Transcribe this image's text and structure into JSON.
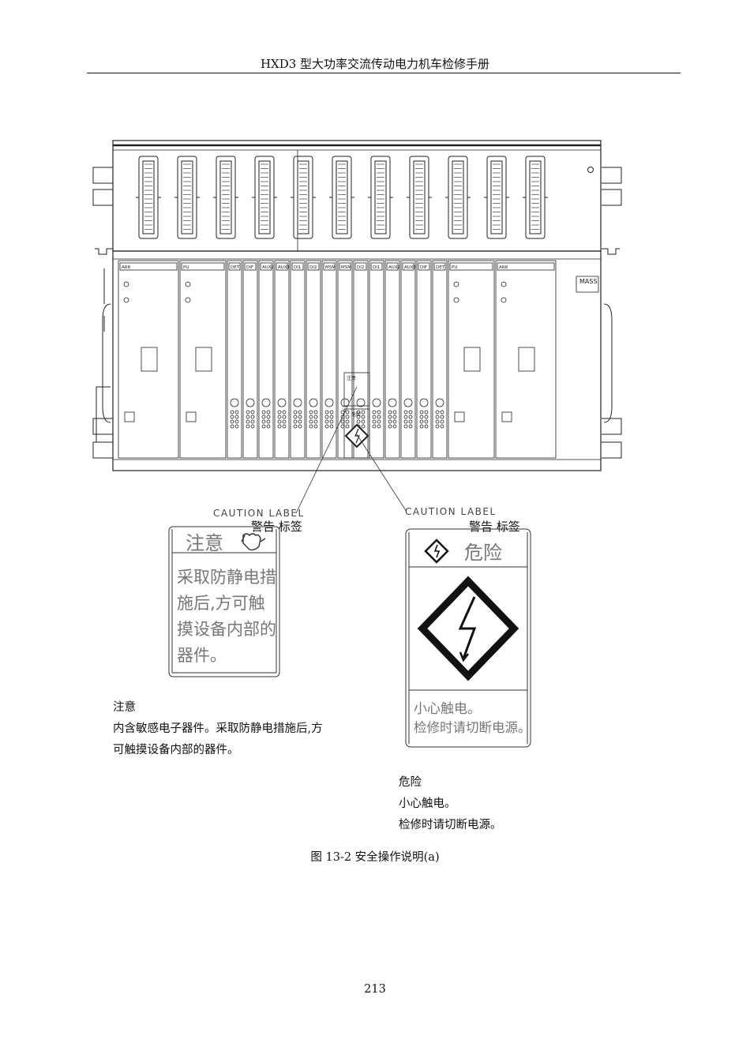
{
  "header": "HXD3 型大功率交流传动电力机车检修手册",
  "figure": {
    "rack_slot_labels": [
      "AR8",
      "PU",
      "DET",
      "DIF",
      "AUX2",
      "AUX1",
      "DI1",
      "DI2",
      "MSM",
      "MSM",
      "DI2",
      "DI1",
      "AUX2",
      "AUX1",
      "DIF",
      "DET",
      "PU",
      "AR8"
    ],
    "mass_label": "MASS",
    "small_labels": {
      "caution_title": "注意",
      "danger_title": "危险"
    },
    "callout_left": {
      "english": "CAUTION LABEL",
      "chinese": "警告 标签"
    },
    "callout_right": {
      "english": "CAUTION LABEL",
      "chinese": "警告 标签"
    },
    "caution_label": {
      "title": "注意",
      "lines": [
        "采取防静电措",
        "施后,方可触",
        "摸设备内部的",
        "器件。"
      ]
    },
    "danger_label": {
      "title": "危险",
      "lines": [
        "小心触电。",
        "检修时请切断电源。"
      ]
    }
  },
  "note_left": {
    "title": "注意",
    "lines": [
      "内含敏感电子器件。采取防静电措施后,方",
      "可触摸设备内部的器件。"
    ]
  },
  "note_right": {
    "title": "危险",
    "lines": [
      "小心触电。",
      "检修时请切断电源。"
    ]
  },
  "caption": "图 13-2 安全操作说明(a)",
  "page_number": "213"
}
